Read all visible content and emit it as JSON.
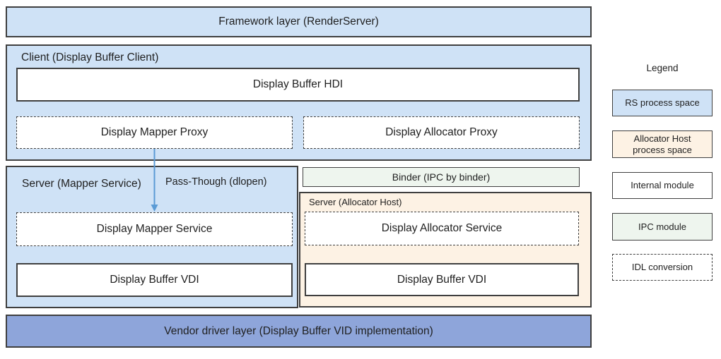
{
  "colors": {
    "rs_process_space": "#cfe2f6",
    "allocator_host_process_space": "#fdf2e4",
    "ipc_module": "#eef5ee",
    "vendor_layer": "#8ea5da",
    "border": "#3f3f3f",
    "arrow": "#5b9bd5",
    "text": "#1f1f1f"
  },
  "diagram": {
    "framework": {
      "label": "Framework layer (RenderServer)"
    },
    "client": {
      "label": "Client (Display Buffer Client)",
      "hdi_label": "Display Buffer HDI",
      "mapper_proxy_label": "Display Mapper Proxy",
      "allocator_proxy_label": "Display Allocator Proxy"
    },
    "mapper_server": {
      "label": "Server (Mapper Service)",
      "pass_through_label": "Pass-Though (dlopen)",
      "mapper_service_label": "Display Mapper Service",
      "buffer_vdi_label": "Display Buffer VDI"
    },
    "binder": {
      "label": "Binder (IPC by binder)"
    },
    "allocator_host": {
      "label": "Server (Allocator Host)",
      "allocator_service_label": "Display Allocator Service",
      "buffer_vdi_label": "Display Buffer VDI"
    },
    "vendor": {
      "label": "Vendor driver layer (Display Buffer VID implementation)"
    }
  },
  "legend": {
    "title": "Legend",
    "items": [
      {
        "label": "RS process space",
        "style": "rs-process-space"
      },
      {
        "label": "Allocator Host process space",
        "style": "allocator-host-process-space"
      },
      {
        "label": "Internal module",
        "style": "internal-module"
      },
      {
        "label": "IPC module",
        "style": "ipc-module"
      },
      {
        "label": "IDL conversion",
        "style": "idl-conversion"
      }
    ]
  }
}
